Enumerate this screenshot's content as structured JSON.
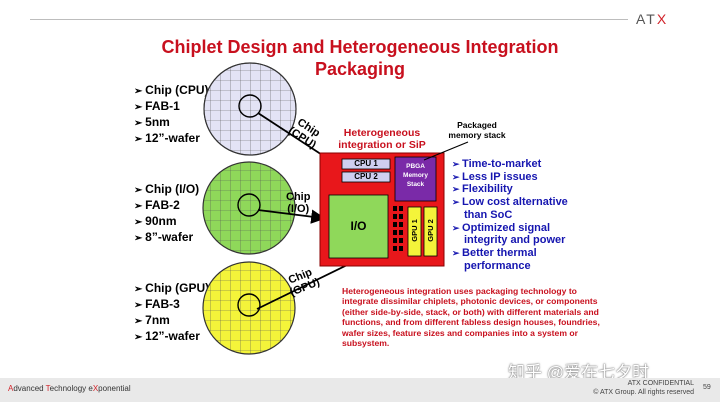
{
  "header": {
    "logo_prefix": "AT",
    "logo_x": "X"
  },
  "slide": {
    "title_line1": "Chiplet Design and Heterogeneous Integration",
    "title_line2": "Packaging"
  },
  "chips": [
    {
      "specs": [
        "Chip (CPU)",
        "FAB-1",
        "5nm",
        "12”-wafer"
      ],
      "arrow_label": "Chip\n(CPU)"
    },
    {
      "specs": [
        "Chip (I/O)",
        "FAB-2",
        "90nm",
        "8”-wafer"
      ],
      "arrow_label": "Chip\n(I/O)"
    },
    {
      "specs": [
        "Chip (GPU)",
        "FAB-3",
        "7nm",
        "12”-wafer"
      ],
      "arrow_label": "Chip\n(GPU)"
    }
  ],
  "package": {
    "heading_line1": "Heterogeneous",
    "heading_line2": "integration or SiP",
    "callout_line1": "Packaged",
    "callout_line2": "memory stack",
    "cpu1": "CPU 1",
    "cpu2": "CPU 2",
    "mem_line1": "PBGA",
    "mem_line2": "Memory",
    "mem_line3": "Stack",
    "io": "I/O",
    "gpu1": "GPU 1",
    "gpu2": "GPU 2"
  },
  "benefits": [
    {
      "lines": [
        "Time-to-market"
      ]
    },
    {
      "lines": [
        "Less IP issues"
      ]
    },
    {
      "lines": [
        "Flexibility"
      ]
    },
    {
      "lines": [
        "Low cost alternative",
        "than SoC"
      ]
    },
    {
      "lines": [
        "Optimized signal",
        "integrity and power"
      ]
    },
    {
      "lines": [
        "Better thermal",
        "performance"
      ]
    }
  ],
  "description": "Heterogeneous integration uses packaging technology to integrate dissimilar chiplets, photonic devices, or components (either side-by-side, stack, or both) with different materials and functions, and from different fabless design houses, foundries, wafer sizes, feature sizes and companies into a system or subsystem.",
  "footer": {
    "tag_a": "A",
    "tag_a_rest": "dvanced ",
    "tag_t": "T",
    "tag_t_rest": "echnology e",
    "tag_x": "X",
    "tag_x_rest": "ponential",
    "confidential": "ATX CONFIDENTIAL",
    "copyright": "© ATX Group. All rights reserved",
    "page": "59"
  },
  "watermark": "知乎 @爱在七夕时",
  "colors": {
    "wafer_cpu": "#e3e3f5",
    "wafer_io": "#8fd85a",
    "wafer_gpu": "#f4f43a",
    "package_red": "#e8171b",
    "title_red": "#c8101e",
    "bullet_blue": "#1616b0",
    "memory_purple": "#7a2aa8"
  }
}
